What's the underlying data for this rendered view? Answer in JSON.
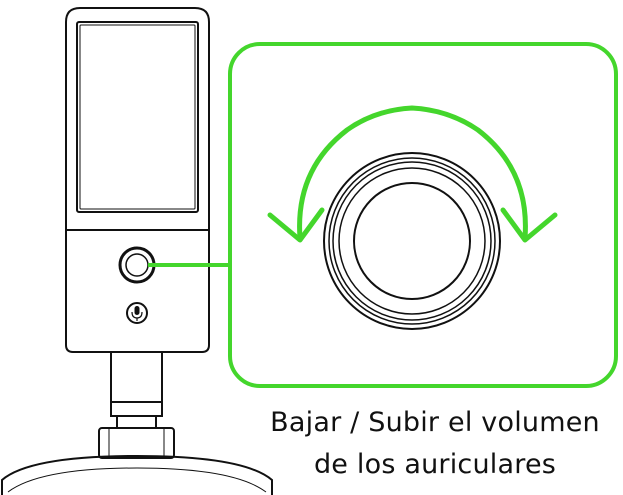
{
  "caption": {
    "line1": "Bajar / Subir el volumen",
    "line2": "de los auriculares"
  },
  "icons": {
    "microphone": "microphone-mute-icon",
    "knob": "headphone-volume-knob",
    "rotate_left": "arrow-rotate-left-icon",
    "rotate_right": "arrow-rotate-right-icon"
  },
  "colors": {
    "accent": "#44d62c",
    "line": "#111111",
    "background": "#ffffff"
  }
}
